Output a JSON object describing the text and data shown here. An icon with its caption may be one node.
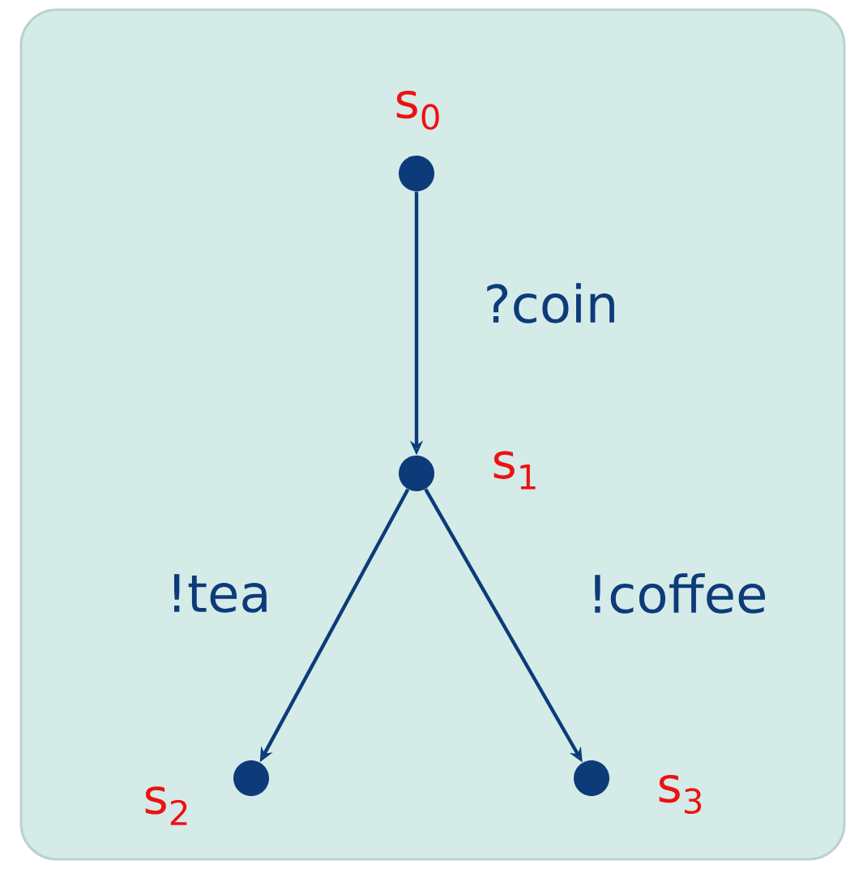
{
  "diagram": {
    "nodes": [
      {
        "text": [],
        "shape": "circle",
        "beside": [
          "s$_{0}$"
        ]
      },
      {
        "text": [],
        "shape": "circle",
        "beside": [
          "s$_{1}$"
        ]
      },
      {
        "text": [],
        "shape": "circle",
        "beside": [
          "s$_{2}$"
        ]
      },
      {
        "text": [],
        "shape": "circle",
        "beside": [
          "s$_{3}$"
        ]
      }
    ],
    "edges": [
      {
        "from": 0,
        "to": 1,
        "arrow": "to",
        "label": "?coin"
      },
      {
        "from": 1,
        "to": 2,
        "arrow": "to",
        "label": "!tea"
      },
      {
        "from": 1,
        "to": 3,
        "arrow": "to",
        "label": "!coffee"
      }
    ]
  }
}
